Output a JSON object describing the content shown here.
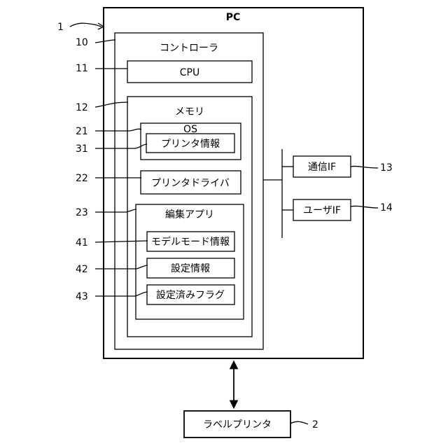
{
  "diagram": {
    "pc": {
      "title": "PC",
      "ref": "1"
    },
    "controller": {
      "title": "コントローラ",
      "ref": "10"
    },
    "cpu": {
      "label": "CPU",
      "ref": "11"
    },
    "memory": {
      "title": "メモリ",
      "ref": "12"
    },
    "os": {
      "title": "OS",
      "ref": "21"
    },
    "printer_info": {
      "label": "プリンタ情報",
      "ref": "31"
    },
    "printer_driver": {
      "label": "プリンタドライバ",
      "ref": "22"
    },
    "edit_app": {
      "title": "編集アプリ",
      "ref": "23"
    },
    "model_mode_info": {
      "label": "モデルモード情報",
      "ref": "41"
    },
    "setting_info": {
      "label": "設定情報",
      "ref": "42"
    },
    "configured_flag": {
      "label": "設定済みフラグ",
      "ref": "43"
    },
    "comm_if": {
      "label": "通信IF",
      "ref": "13"
    },
    "user_if": {
      "label": "ユーザIF",
      "ref": "14"
    },
    "label_printer": {
      "label": "ラベルプリンタ",
      "ref": "2"
    }
  }
}
